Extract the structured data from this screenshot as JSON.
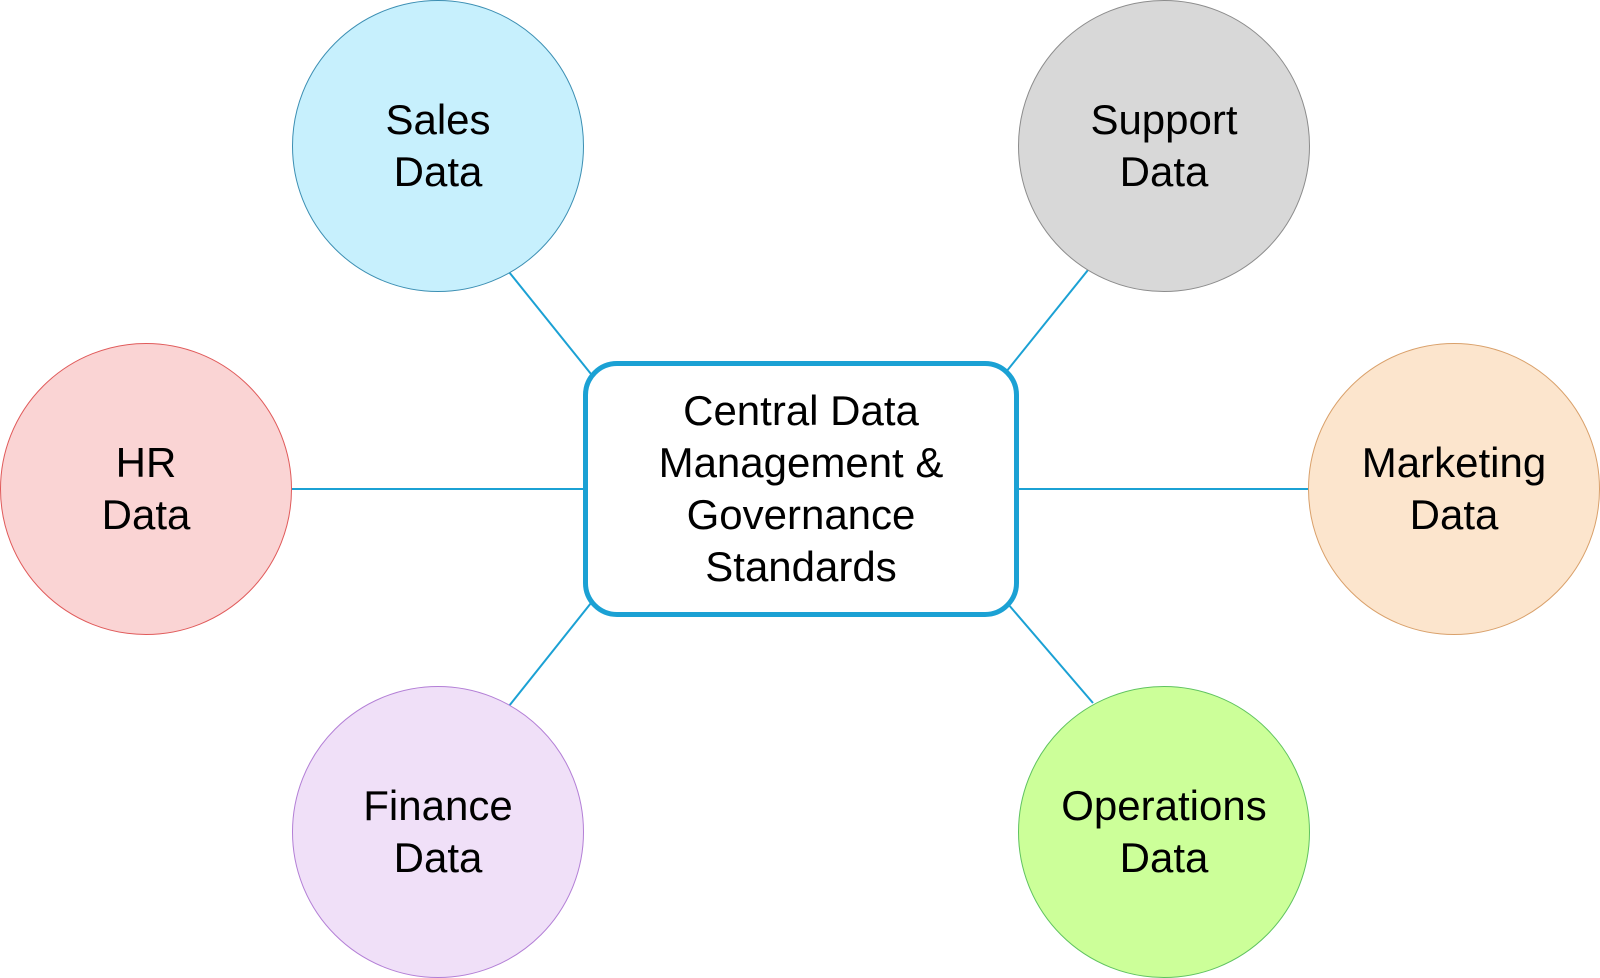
{
  "center": {
    "lines": [
      "Central Data",
      "Management &",
      "Governance",
      "Standards"
    ],
    "border_color": "#1ba1d4"
  },
  "connector_color": "#1ba1d4",
  "nodes": [
    {
      "id": "sales",
      "lines": [
        "Sales",
        "Data"
      ],
      "fill": "#c7f0fd",
      "stroke": "#3c8fb3"
    },
    {
      "id": "support",
      "lines": [
        "Support",
        "Data"
      ],
      "fill": "#d8d8d8",
      "stroke": "#8c8c8c"
    },
    {
      "id": "hr",
      "lines": [
        "HR",
        "Data"
      ],
      "fill": "#fad4d4",
      "stroke": "#e05a5a"
    },
    {
      "id": "marketing",
      "lines": [
        "Marketing",
        "Data"
      ],
      "fill": "#fce5cd",
      "stroke": "#d9a06a"
    },
    {
      "id": "finance",
      "lines": [
        "Finance",
        "Data"
      ],
      "fill": "#f0e0f8",
      "stroke": "#b37fd6"
    },
    {
      "id": "operations",
      "lines": [
        "Operations",
        "Data"
      ],
      "fill": "#ccff99",
      "stroke": "#5fc35f"
    }
  ]
}
